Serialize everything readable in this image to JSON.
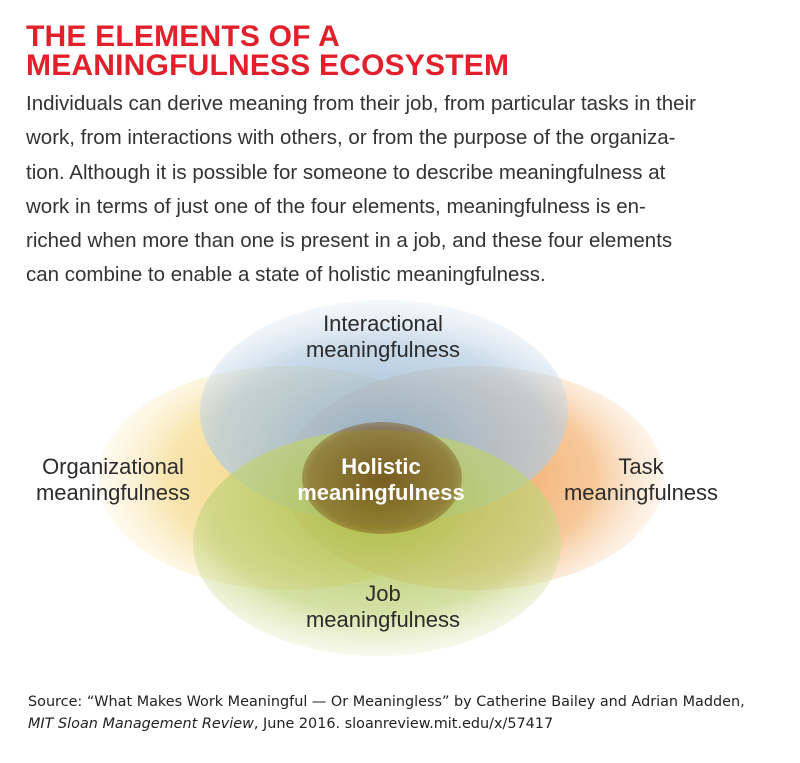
{
  "title": {
    "line1": "THE ELEMENTS OF A",
    "line2": "MEANINGFULNESS ECOSYSTEM"
  },
  "intro_lines": [
    "Individuals can derive meaning from their job, from particular tasks in their",
    "work, from interactions with others, or from the purpose of the organiza-",
    "tion. Although it is possible for someone to describe meaningfulness at",
    "work in terms of just one of the four elements, meaningfulness is en-",
    "riched when more than one is present in a job, and these four elements",
    "can combine to enable a state of holistic meaningfulness."
  ],
  "diagram": {
    "interactional": {
      "line1": "Interactional",
      "line2": "meaningfulness",
      "color": "#a9c6dd"
    },
    "organizational": {
      "line1": "Organizational",
      "line2": "meaningfulness",
      "color": "#f2cf6a"
    },
    "task": {
      "line1": "Task",
      "line2": "meaningfulness",
      "color": "#f0a04b"
    },
    "job": {
      "line1": "Job",
      "line2": "meaningfulness",
      "color": "#b4c95a"
    },
    "holistic": {
      "line1": "Holistic",
      "line2": "meaningfulness",
      "color": "#6b4410"
    }
  },
  "source": {
    "line1": "Source: “What Makes Work Meaningful — Or Meaningless” by Catherine Bailey and Adrian Madden,",
    "journal": "MIT Sloan Management Review",
    "line2_rest": ", June 2016. sloanreview.mit.edu/x/57417"
  }
}
